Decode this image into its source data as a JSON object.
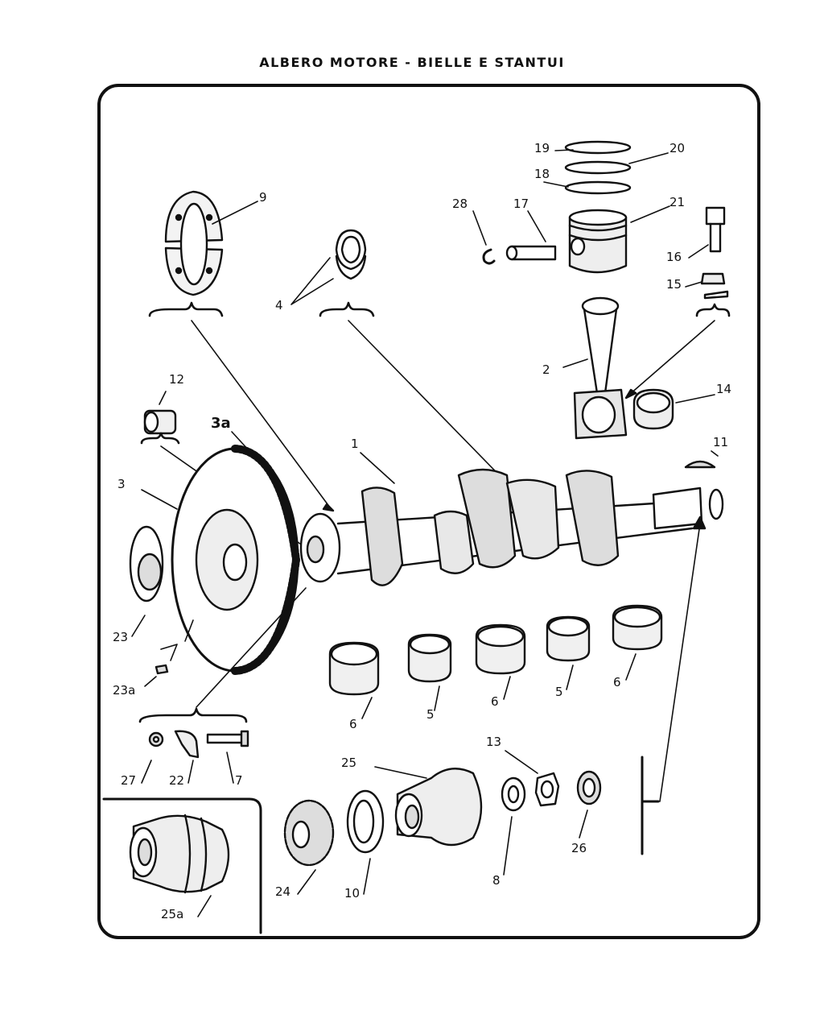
{
  "title": "ALBERO MOTORE - BIELLE E STANTUI",
  "labels": {
    "l1": "1",
    "l2": "2",
    "l3": "3",
    "l3a": "3a",
    "l4": "4",
    "l5a": "5",
    "l5b": "5",
    "l6a": "6",
    "l6b": "6",
    "l6c": "6",
    "l7": "7",
    "l8": "8",
    "l9": "9",
    "l10": "10",
    "l11": "11",
    "l12": "12",
    "l13": "13",
    "l14": "14",
    "l15": "15",
    "l16": "16",
    "l17": "17",
    "l18": "18",
    "l19": "19",
    "l20": "20",
    "l21": "21",
    "l22": "22",
    "l23": "23",
    "l23a": "23a",
    "l24": "24",
    "l25": "25",
    "l25a": "25a",
    "l26": "26",
    "l27": "27",
    "l28": "28"
  }
}
